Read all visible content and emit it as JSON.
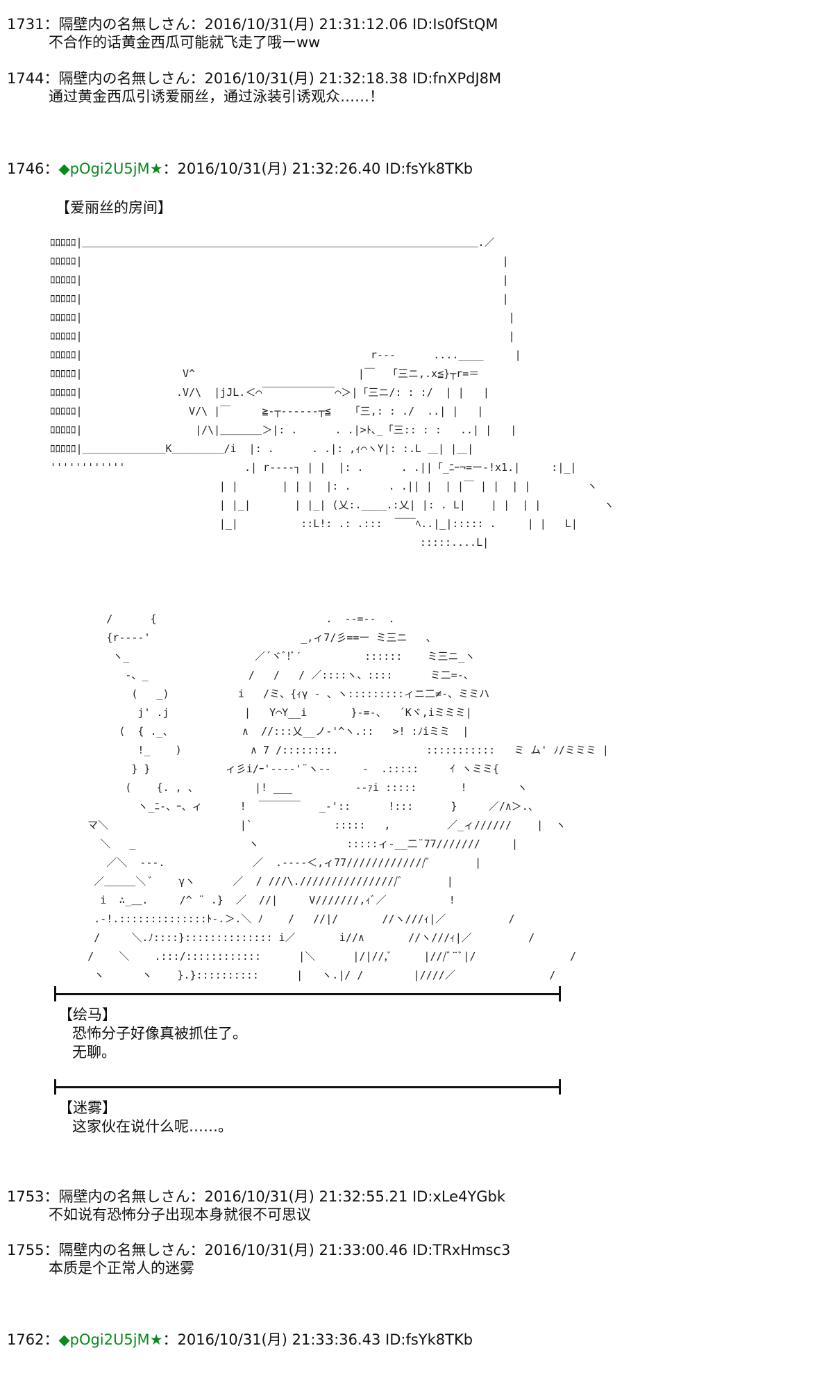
{
  "posts": [
    {
      "no": "1731",
      "name": "隔壁内の名無しさん",
      "date": "2016/10/31(月) 21:31:12.06",
      "id": "ID:Is0fStQM",
      "lines": [
        "不合作的话黄金西瓜可能就飞走了哦ーww"
      ]
    },
    {
      "no": "1744",
      "name": "隔壁内の名無しさん",
      "date": "2016/10/31(月) 21:32:18.38",
      "id": "ID:fnXPdJ8M",
      "lines": [
        "通过黄金西瓜引诱爱丽丝，通过泳装引诱观众‥‥‥！"
      ]
    },
    {
      "no": "1746",
      "trip_mark": "◆",
      "name": "pOgi2U5jM",
      "star": "★",
      "date": "2016/10/31(月) 21:32:26.40",
      "id": "ID:fsYk8TKb"
    },
    {
      "no": "1753",
      "name": "隔壁内の名無しさん",
      "date": "2016/10/31(月) 21:32:55.21",
      "id": "ID:xLe4YGbk",
      "lines": [
        "不如说有恐怖分子出现本身就很不可思议"
      ]
    },
    {
      "no": "1755",
      "name": "隔壁内の名無しさん",
      "date": "2016/10/31(月) 21:33:00.46",
      "id": "ID:TRxHmsc3",
      "lines": [
        "本质是个正常人的迷雾"
      ]
    },
    {
      "no": "1762",
      "trip_mark": "◆",
      "name": "pOgi2U5jM",
      "star": "★",
      "date": "2016/10/31(月) 21:33:36.43",
      "id": "ID:fsYk8TKb"
    }
  ],
  "separator": "：",
  "scene_title": "【爱丽丝的房间】",
  "dialogue": [
    {
      "speaker": "【绘马】",
      "lines": [
        "恐怖分子好像真被抓住了。",
        "无聊。"
      ]
    },
    {
      "speaker": "【迷雾】",
      "lines": [
        "这家伙在说什么呢……。"
      ]
    }
  ],
  "room_art": "ﾛﾛﾛﾛﾛ|＿＿＿＿＿＿＿＿＿＿＿＿＿＿＿＿＿＿＿＿＿＿＿＿＿＿＿＿＿＿＿＿＿＿＿＿＿＿.／\nﾛﾛﾛﾛﾛ|                                                                   |\nﾛﾛﾛﾛﾛ|                                                                   |\nﾛﾛﾛﾛﾛ|                                                                   |\nﾛﾛﾛﾛﾛ|                                                                    |\nﾛﾛﾛﾛﾛ|                                                                    |\nﾛﾛﾛﾛﾛ|                                              r‐‐‐      ....____     |\nﾛﾛﾛﾛﾛ|                V^                          |￣  「三ニ,.x≦}┬r=＝\nﾛﾛﾛﾛﾛ|               .V/\\  |jJL.＜⌒￣￣￣￣￣￣￣⌒＞|「三ニ/: : :/  | |   |\nﾛﾛﾛﾛﾛ|                 V/\\ |￣     ≧-┬‐‐‐‐‐‐┬≦   「三,: : ./  ..| |   |\nﾛﾛﾛﾛﾛ|                  |/\\|＿＿＿＿＞|: .      . .|>ﾄ､_「三:: : :   ..| |   |\nﾛﾛﾛﾛﾛ|＿＿＿＿＿＿＿＿K＿＿＿＿＿/i  |: .      . .|: ,ｨ⌒ヽY|: :.L ＿| |＿|\n''''''''''''                   .| r‐‐‐‐┐ | |  |: .      . .||「_ﾆｰ¬=ー‐!x1.|     :|_|\n                           | |       | | |  |: .      . .|| |  | |￣ | |  | |         ヽ\n                           | |_|       | |_| (乂:.____.:乂| |: . L|    | |  | |          ヽ\n                           |_|          ::L!: .: .:::  ￣￣ﾍ..|_|::::: .     | |   L|\n                                                           :::::....L|",
  "figure_art": "         /      {                           .  ‐‐=‐-  .\n         {r‐‐-‐'                        _,ィ7/彡==ー ミ三ニ   、\n          ヽ_                    ／´ヾﾞ!ﾞ′          ::::::    ミ三ニ_ヽ\n            ‐、_                /   /   / ／::::ヽ、::::      ミ二=-、\n             (   _)           i   /ミ、{ｨγ ‐ 、ヽ:::::::::ィニ二≠-、ミミハ\n              j' .j            |   Y⌒Y__i       }-=‐、  ´Kヾ,iミミミ|\n           (  { ._、           ∧  //:::乂__ノ-'^ヽ.::   >! :ﾉiミミ  |\n              !_    )           ∧ 7 /::::::::.              :::::::::::   ミ ム' ﾉ/ミミミ |\n             } }            ィ彡i/ｰ'‐‐‐‐'¨ヽ-‐     -  .:::::     ｲ ヽミミ{\n            (    {. , 、         |! ___          ‐‐ｧi :::::       !        ヽ\n              ヽ_ﾆ-、ｰ、ィ      !  ￣￣￣￣   _‐'::      !:::      }     ／/∧＞.、\n      マ＼                     |`             :::::   ,         ／_ィ//////    |  ヽ\n        ＼   _                  ヽ              :::::ィ‐__二¨77///////     |\n         ／＼  --‐.              ／  .‐‐‐‐＜,ィ77/////////////ﾞ       |\n       ／＿＿＿＼ ﾞ    γヽ      ／  / ///\\.////////////////ﾞ       |\n        i  ∴_＿.     /^ ¨ .}  ／  //|     V///////,ｨﾞ／          !\n       .-!.::::::::::::::ﾄ-.＞.＼ ﾉ    /   //|/       //ヽ///ｨ|／          /\n       /     ＼.ﾉ::::}:::::::::::::: i／       i//∧       //ヽ///ｨ|／         /\n      /    ＼    .:::/::::::::::::      |＼      |/|//,ﾞ     |///ﾞ¨ﾞ|/               /\n       ヽ      ヽ    }.}::::::::::      |   ヽ.|/ /        |////／               /"
}
